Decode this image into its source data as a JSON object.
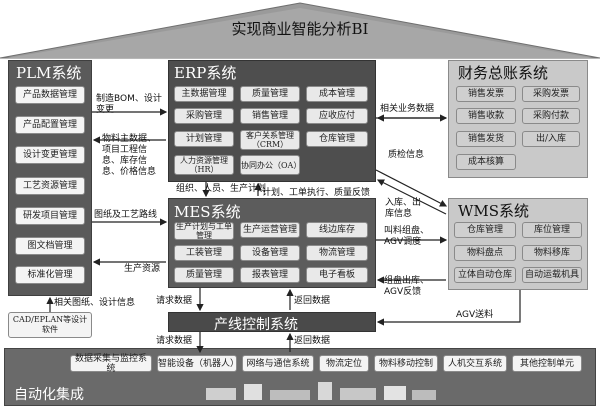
{
  "title": "实现商业智能分析BI",
  "plm": {
    "title": "PLM系统",
    "modules": [
      "产品数据管理",
      "产品配置管理",
      "设计变更管理",
      "工艺资源管理",
      "研发项目管理",
      "图文档管理",
      "标准化管理"
    ]
  },
  "erp": {
    "title": "ERP系统",
    "modules": [
      "主数据管理",
      "质量管理",
      "成本管理",
      "采购管理",
      "销售管理",
      "应收应付",
      "计划管理",
      "客户关系管理（CRM）",
      "仓库管理",
      "人力资源管理（HR）",
      "协同办公（OA）"
    ]
  },
  "finance": {
    "title": "财务总账系统",
    "modules": [
      "销售发票",
      "采购发票",
      "销售收款",
      "采购付款",
      "销售发货",
      "出/入库",
      "成本核算"
    ]
  },
  "mes": {
    "title": "MES系统",
    "modules": [
      "生产计划与工单管理",
      "生产运营管理",
      "线边库存",
      "工装管理",
      "设备管理",
      "物流管理",
      "质量管理",
      "报表管理",
      "电子看板"
    ]
  },
  "wms": {
    "title": "WMS系统",
    "modules": [
      "仓库管理",
      "库位管理",
      "物料盘点",
      "物料移库",
      "立体自动仓库",
      "自动运载机具"
    ]
  },
  "cad": {
    "label": "CAD/EPLAN等设计软件"
  },
  "line_control": {
    "title": "产线控制系统"
  },
  "automation": {
    "title": "自动化集成",
    "modules": [
      "数据采集与监控系统",
      "智能设备（机器人）",
      "网络与通信系统",
      "物流定位",
      "物料移动控制",
      "人机交互系统",
      "其他控制单元"
    ]
  },
  "flows": {
    "plm_erp": "制造BOM、设计变更",
    "plm_erp_2": "物料主数据、项目工程信息、库存信息、价格信息",
    "erp_finance": "相关业务数据",
    "erp_mes": "组织、人员、生产计划",
    "mes_erp": "计划、工单执行、质量反馈",
    "quality": "质检信息",
    "wms_erp": "入库、出库信息",
    "plm_mes": "图纸及工艺路线",
    "mes_plm": "生产资源",
    "mes_wms": "叫料组盘、AGV调度",
    "wms_mes": "组盘出库、AGV反馈",
    "cad_plm": "相关图纸、设计信息",
    "line_req": "请求数据",
    "line_ret": "返回数据",
    "line_req2": "请求数据",
    "line_ret2": "返回数据",
    "agv": "AGV送料"
  }
}
